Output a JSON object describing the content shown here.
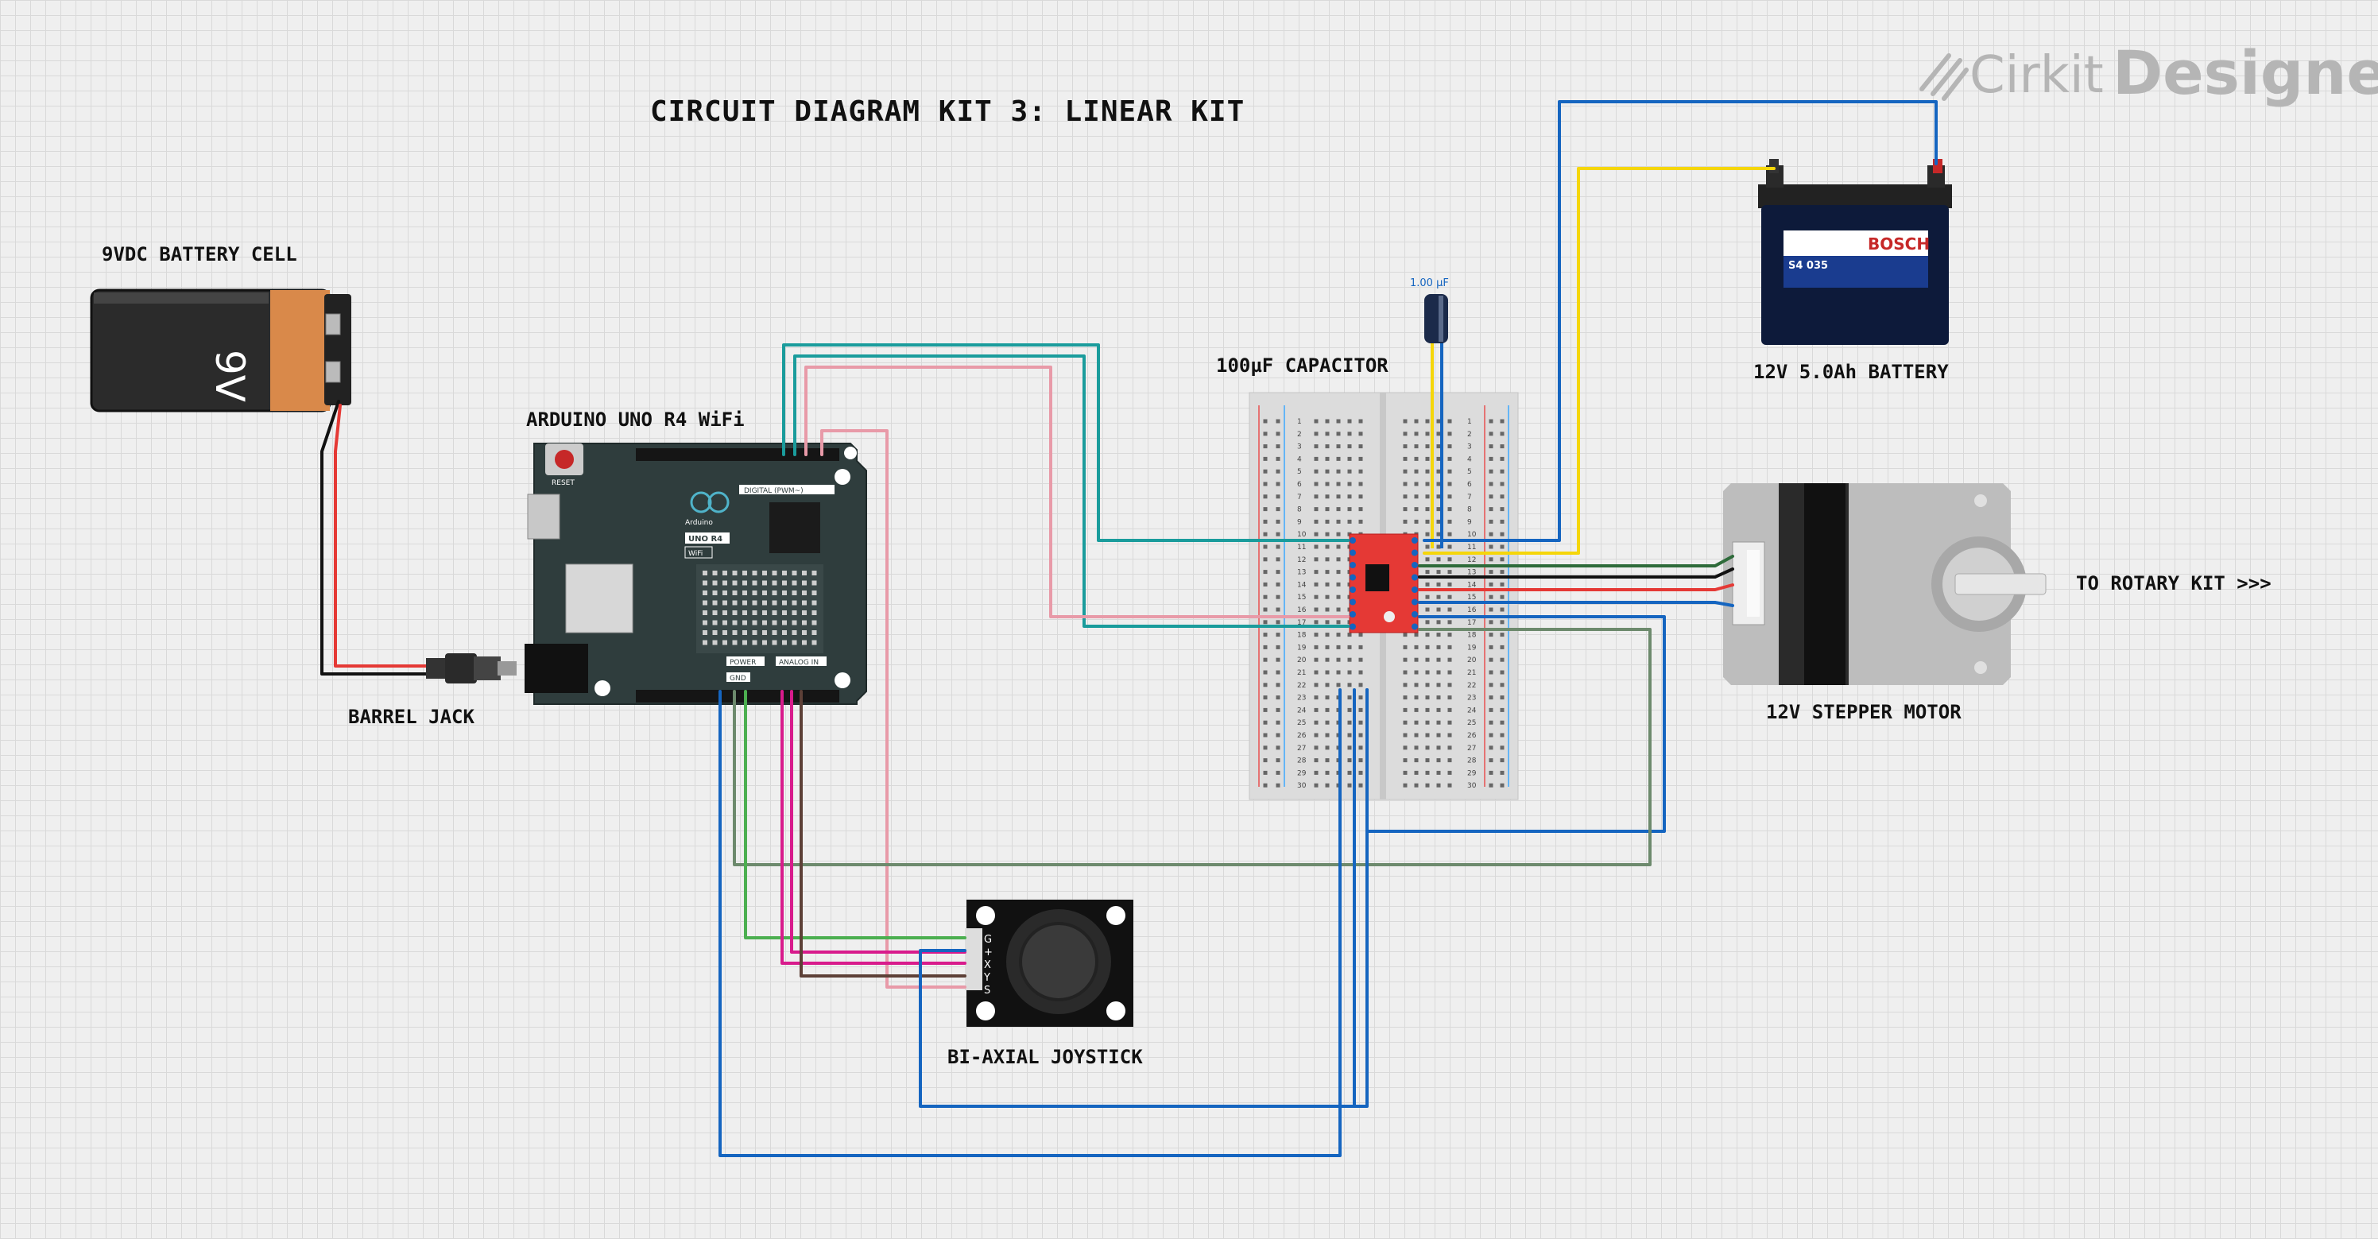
{
  "title": "CIRCUIT DIAGRAM KIT 3: LINEAR KIT",
  "logo": {
    "part1": "Cirkit",
    "part2": "Designer"
  },
  "labels": {
    "battery9v": "9VDC BATTERY CELL",
    "barrel_jack": "BARREL JACK",
    "arduino": "ARDUINO UNO R4 WiFi",
    "capacitor": "100µF CAPACITOR",
    "capacitor_value": "1.00 µF",
    "battery12v": "12V 5.0Ah BATTERY",
    "stepper": "12V STEPPER MOTOR",
    "to_rotary": "TO ROTARY KIT >>>",
    "joystick": "BI-AXIAL JOYSTICK"
  },
  "battery9v_text": "9V",
  "battery12v_brand": "BOSCH",
  "battery12v_model": "S4 035",
  "arduino_text": {
    "brand": "Arduino",
    "model": "UNO R4",
    "wifi": "WiFi",
    "reset": "RESET",
    "digital": "DIGITAL (PWM~)",
    "power": "POWER",
    "analog": "ANALOG IN",
    "gnd": "GND"
  },
  "joystick_pins": [
    "G",
    "+",
    "X",
    "Y",
    "S"
  ],
  "colors": {
    "wire_blue": "#1565c0",
    "wire_yellow": "#f5d60a",
    "wire_teal": "#1a9c9c",
    "wire_pink": "#e89aa8",
    "wire_green": "#4caf50",
    "wire_magenta": "#d81b8c",
    "wire_olive": "#6d8a6d",
    "wire_red": "#e53935",
    "wire_black": "#111111",
    "wire_darkgreen": "#2e6b3a",
    "board": "#2f3d3d",
    "driver": "#e53935"
  }
}
